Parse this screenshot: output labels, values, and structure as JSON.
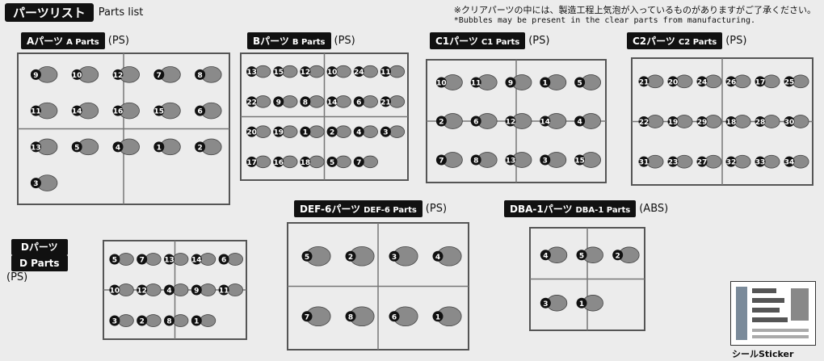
{
  "header": {
    "title_jp": "パーツリスト",
    "title_en": "Parts list",
    "note_jp": "※クリアパーツの中には、製造工程上気泡が入っているものがありますがご了承ください。",
    "note_en": "*Bubbles may be present in the clear parts from manufacturing."
  },
  "sheets": {
    "a": {
      "label_jp": "Aパーツ",
      "label_en": "A Parts",
      "material": "(PS)",
      "numbers": [
        "9",
        "10",
        "12",
        "7",
        "8",
        "11",
        "14",
        "16",
        "15",
        "6",
        "13",
        "5",
        "4",
        "1",
        "2",
        "3"
      ]
    },
    "b": {
      "label_jp": "Bパーツ",
      "label_en": "B Parts",
      "material": "(PS)",
      "numbers": [
        "13",
        "15",
        "12",
        "10",
        "24",
        "11",
        "22",
        "9",
        "8",
        "14",
        "6",
        "21",
        "20",
        "19",
        "1",
        "2",
        "4",
        "3",
        "17",
        "16",
        "18",
        "5",
        "7"
      ]
    },
    "c1": {
      "label_jp": "C1パーツ",
      "label_en": "C1 Parts",
      "material": "(PS)",
      "numbers": [
        "10",
        "11",
        "9",
        "1",
        "5",
        "2",
        "6",
        "12",
        "14",
        "4",
        "7",
        "8",
        "13",
        "3",
        "15"
      ]
    },
    "c2": {
      "label_jp": "C2パーツ",
      "label_en": "C2 Parts",
      "material": "(PS)",
      "numbers": [
        "21",
        "20",
        "24",
        "26",
        "17",
        "25",
        "22",
        "19",
        "29",
        "18",
        "28",
        "30",
        "31",
        "23",
        "27",
        "32",
        "33",
        "34"
      ]
    },
    "d": {
      "label_jp": "Dパーツ",
      "label_en": "D Parts",
      "material": "(PS)",
      "numbers": [
        "5",
        "7",
        "13",
        "14",
        "6",
        "10",
        "12",
        "4",
        "9",
        "11",
        "3",
        "2",
        "8",
        "1"
      ]
    },
    "def": {
      "label_jp": "DEF-6パーツ",
      "label_en": "DEF-6 Parts",
      "material": "(PS)",
      "numbers": [
        "5",
        "2",
        "3",
        "4",
        "7",
        "8",
        "6",
        "1"
      ]
    },
    "dba": {
      "label_jp": "DBA-1パーツ",
      "label_en": "DBA-1 Parts",
      "material": "(ABS)",
      "numbers": [
        "4",
        "5",
        "2",
        "3",
        "1"
      ]
    }
  },
  "sticker": {
    "caption": "シールSticker"
  }
}
